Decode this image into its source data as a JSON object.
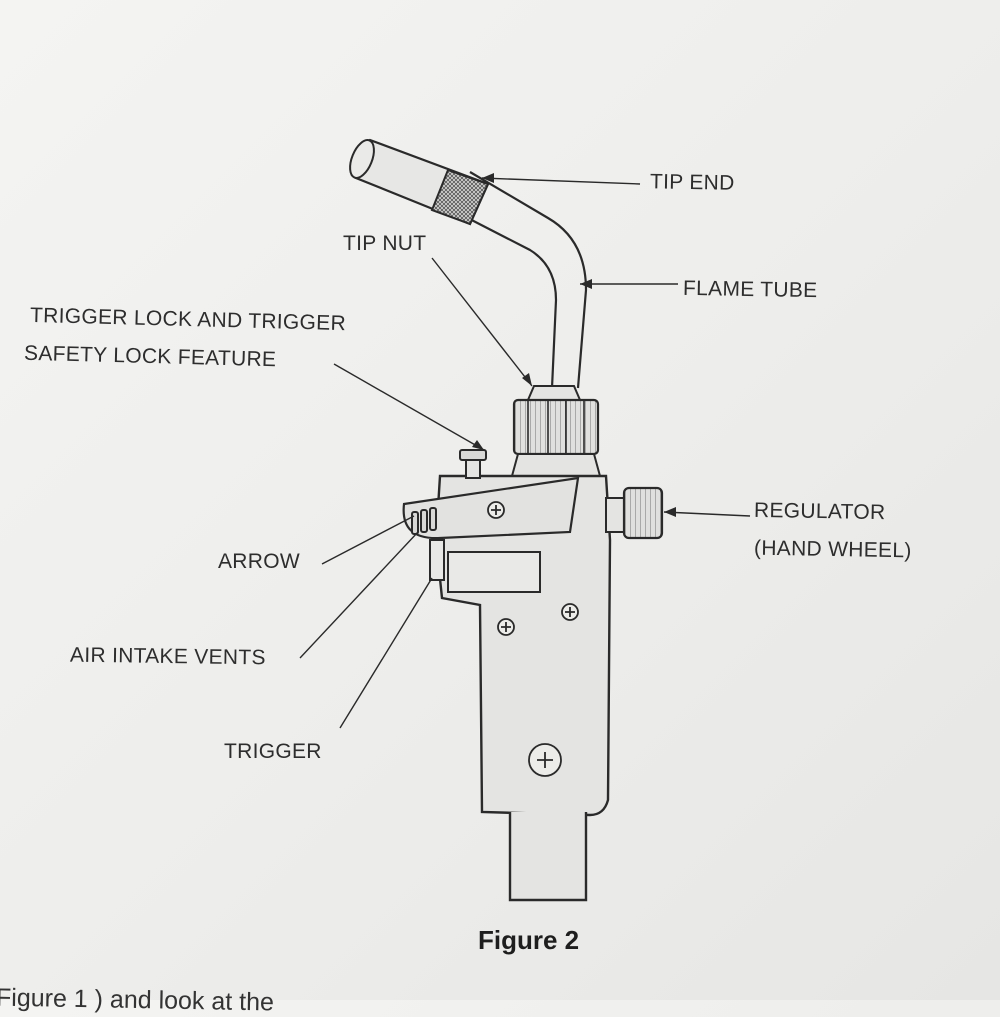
{
  "figure": {
    "caption": "Figure 2",
    "bottom_text": "Figure 1 ) and look at the"
  },
  "labels": {
    "tip_end": "TIP END",
    "tip_nut": "TIP NUT",
    "flame_tube": "FLAME TUBE",
    "trigger_lock_line1": "TRIGGER LOCK AND TRIGGER",
    "trigger_lock_line2": "SAFETY LOCK FEATURE",
    "regulator_line1": "REGULATOR",
    "regulator_line2": "(HAND WHEEL)",
    "arrow": "ARROW",
    "air_intake_vents": "AIR INTAKE VENTS",
    "trigger": "TRIGGER"
  },
  "colors": {
    "line": "#2a2a2a",
    "body_fill": "#e4e4e2",
    "hatch": "#555555"
  }
}
